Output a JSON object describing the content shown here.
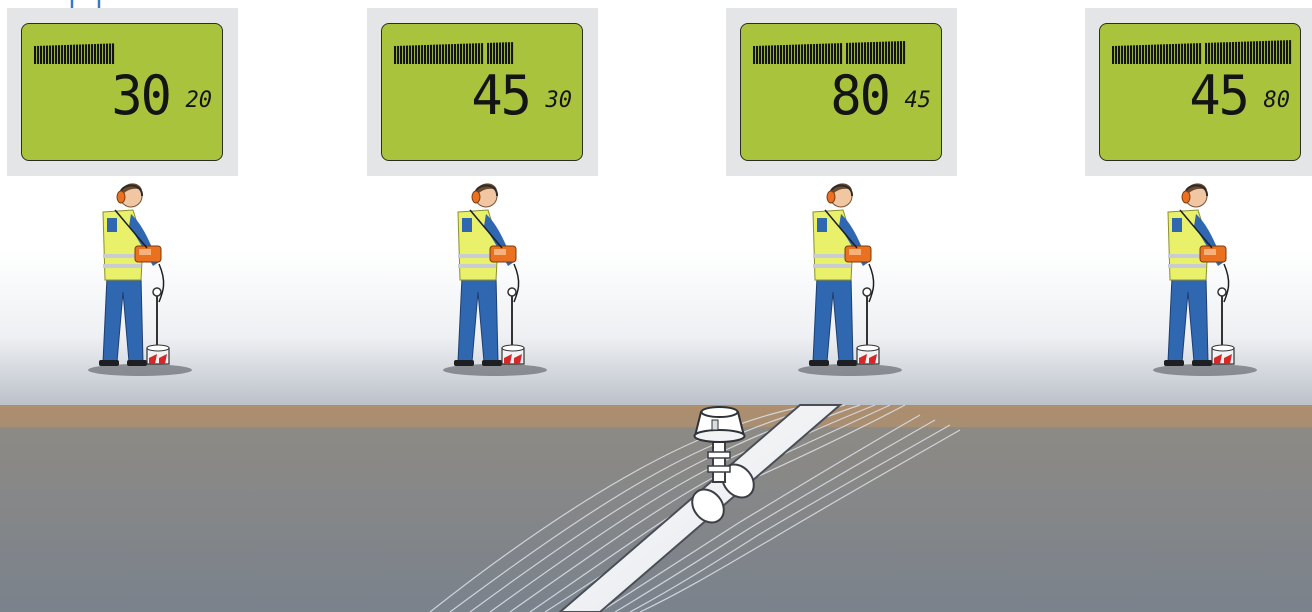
{
  "colors": {
    "lcd_background": "#a9c33d",
    "segment": "#141414",
    "ground_layer": "#b08f6d",
    "soil": "#7c848d",
    "arrow": "#3e77c2",
    "vest": "#e9f06a",
    "headphones": "#e9711f",
    "overalls": "#2f67b1"
  },
  "displays": [
    {
      "id": "display-1",
      "bar_level": 0.45,
      "reading": "30",
      "previous_reading": "20"
    },
    {
      "id": "display-2",
      "bar_level": 0.67,
      "reading": "45",
      "previous_reading": "30"
    },
    {
      "id": "display-3",
      "bar_level": 0.85,
      "reading": "80",
      "previous_reading": "45"
    },
    {
      "id": "display-4",
      "bar_level": 1.0,
      "reading": "45",
      "previous_reading": "80"
    }
  ]
}
